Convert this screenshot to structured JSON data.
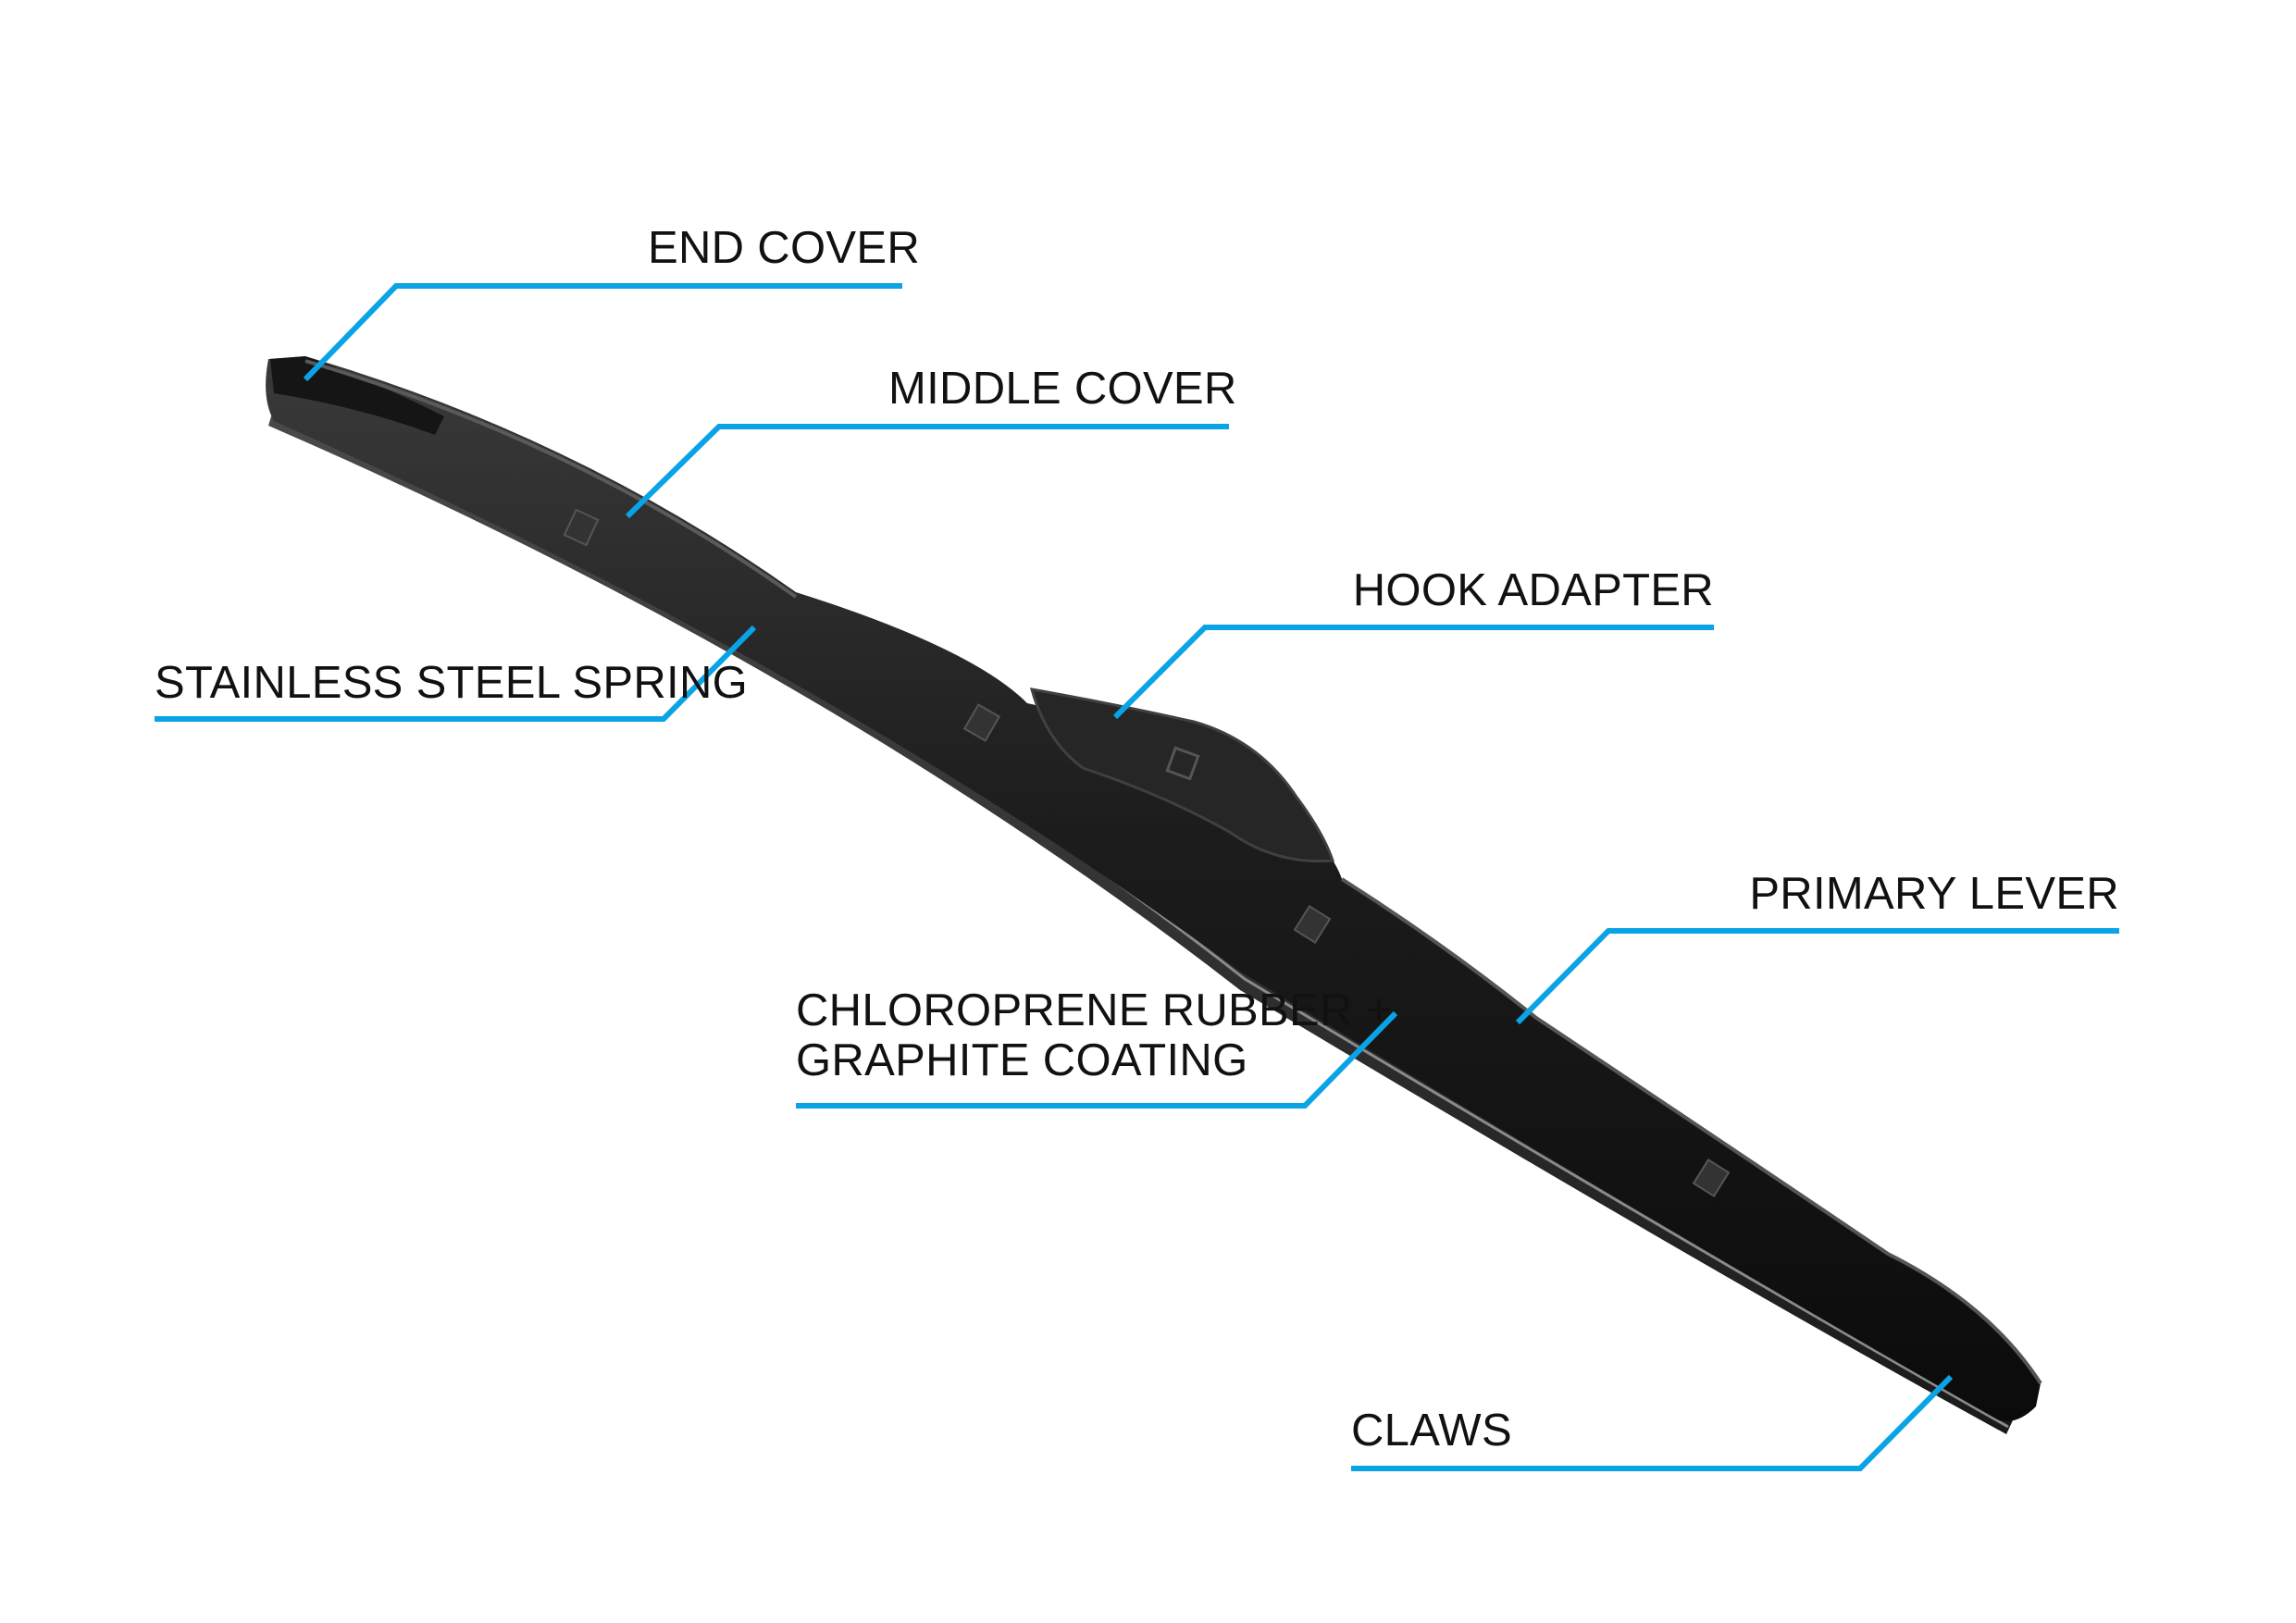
{
  "accent_color": "#0aa3e6",
  "labels": {
    "end_cover": "END COVER",
    "middle_cover": "MIDDLE COVER",
    "hook_adapter": "HOOK ADAPTER",
    "stainless_steel_spring": "STAINLESS STEEL SPRING",
    "primary_lever": "PRIMARY LEVER",
    "rubber_line1": "CHLOROPRENE RUBBER +",
    "rubber_line2": "GRAPHITE COATING",
    "claws": "CLAWS"
  }
}
